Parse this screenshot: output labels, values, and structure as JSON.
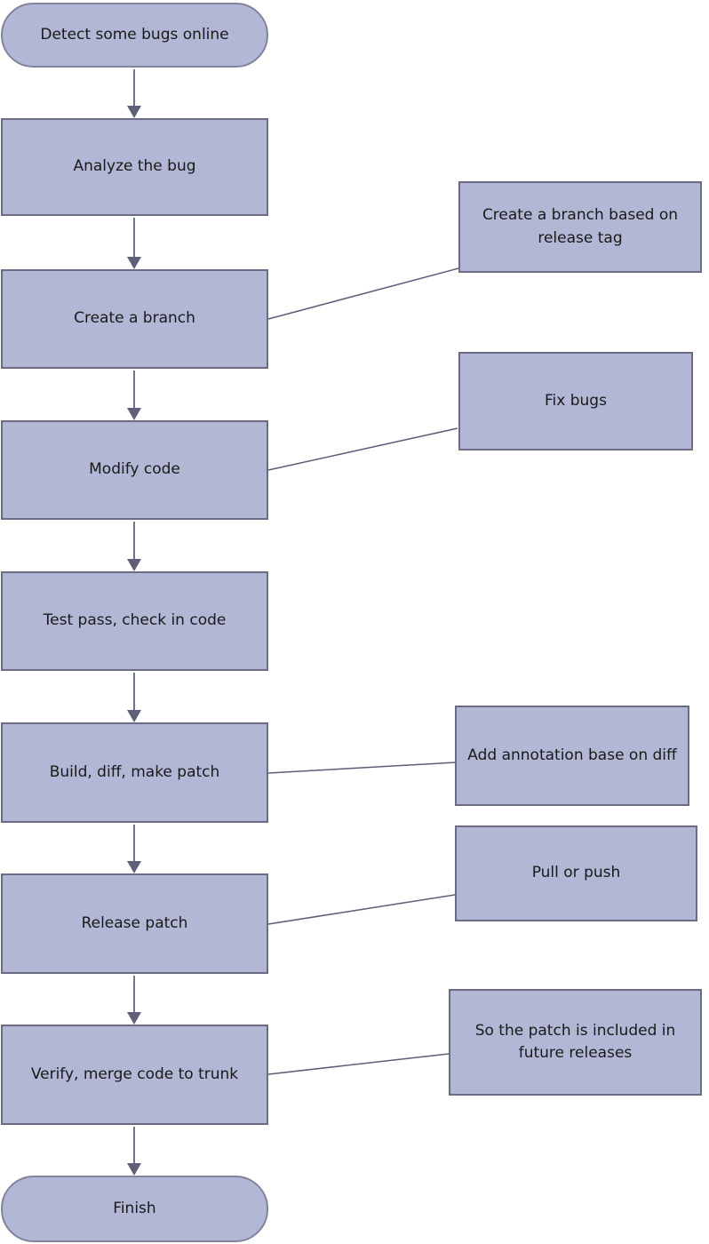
{
  "flowchart": {
    "nodes": [
      {
        "id": "start",
        "type": "terminator",
        "label": "Detect some bugs online"
      },
      {
        "id": "analyze-bug",
        "type": "process",
        "label": "Analyze the bug"
      },
      {
        "id": "create-branch",
        "type": "process",
        "label": "Create a branch"
      },
      {
        "id": "modify-code",
        "type": "process",
        "label": "Modify code"
      },
      {
        "id": "test-pass",
        "type": "process",
        "label": "Test pass, check in code"
      },
      {
        "id": "build-diff",
        "type": "process",
        "label": "Build, diff, make patch"
      },
      {
        "id": "release-patch",
        "type": "process",
        "label": "Release patch"
      },
      {
        "id": "verify-merge",
        "type": "process",
        "label": "Verify,  merge code to trunk"
      },
      {
        "id": "finish",
        "type": "terminator",
        "label": "Finish"
      }
    ],
    "notes": [
      {
        "id": "note-release-tag",
        "label": "Create a branch based on release tag"
      },
      {
        "id": "note-fix-bugs",
        "label": "Fix bugs"
      },
      {
        "id": "note-annotation",
        "label": "Add annotation base on diff"
      },
      {
        "id": "note-pull-push",
        "label": "Pull or push"
      },
      {
        "id": "note-future",
        "label": "So the patch is included in future releases"
      }
    ],
    "colors": {
      "node_fill": "#b1b7d4",
      "node_border": "#6b6c84",
      "connector_line": "#5c5d76",
      "arrow_line": "#73748c",
      "arrow_head": "#5f6078",
      "text": "#1a1a1a",
      "background": "#ffffff"
    }
  }
}
